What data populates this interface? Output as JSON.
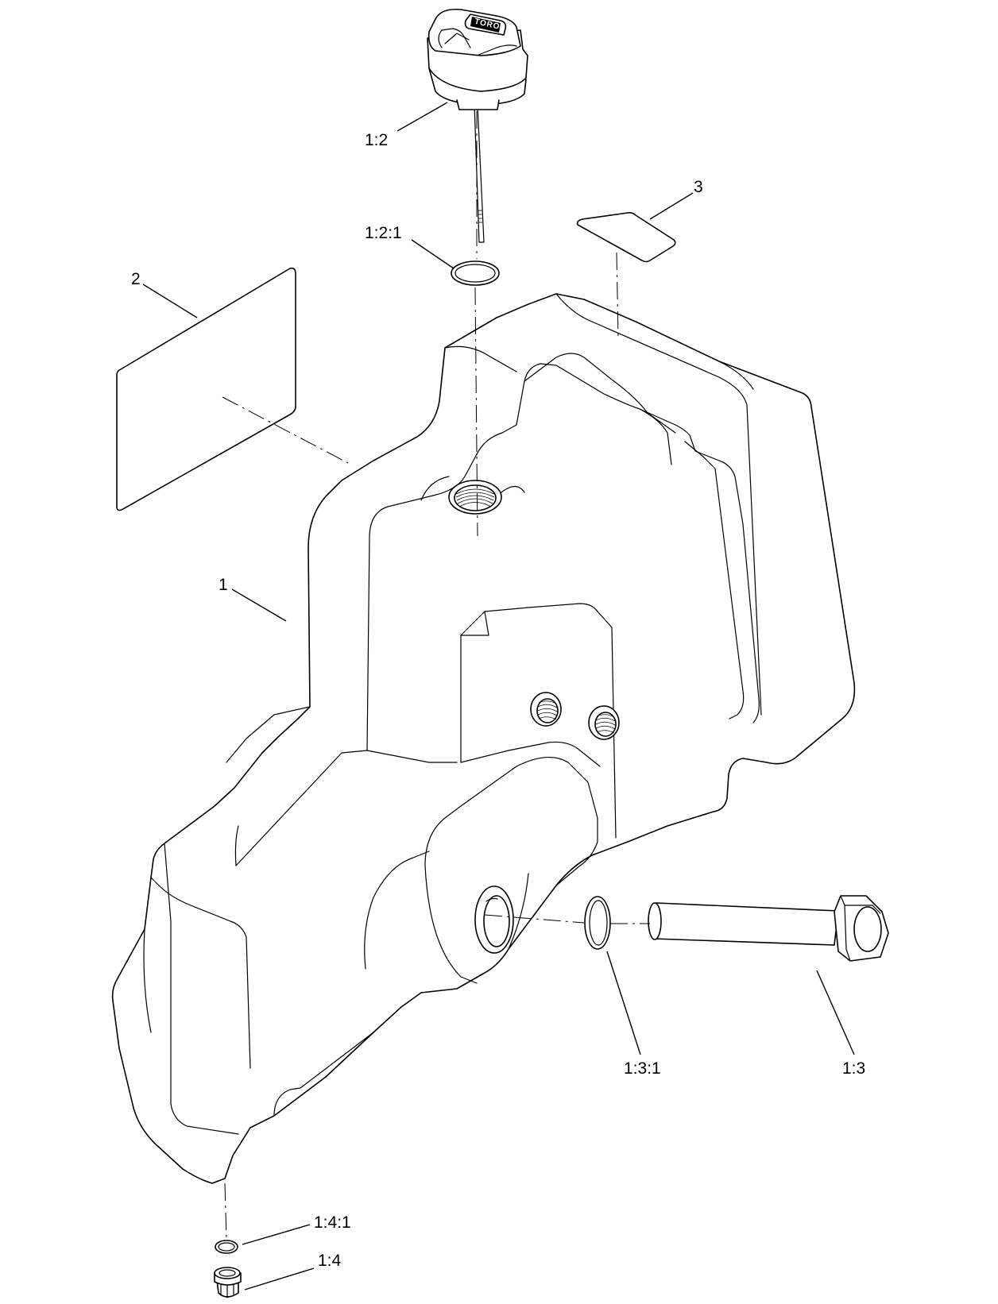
{
  "callouts": [
    {
      "id": "fill-cap-dipstick",
      "label": "1:2"
    },
    {
      "id": "cap-o-ring",
      "label": "1:2:1"
    },
    {
      "id": "decal-large",
      "label": "2"
    },
    {
      "id": "decal-small",
      "label": "3"
    },
    {
      "id": "tank",
      "label": "1"
    },
    {
      "id": "fitting-o-ring",
      "label": "1:3:1"
    },
    {
      "id": "fitting",
      "label": "1:3"
    },
    {
      "id": "drain-plug-o-ring",
      "label": "1:4:1"
    },
    {
      "id": "drain-plug",
      "label": "1:4"
    }
  ],
  "cap_logo_text": "TORO"
}
